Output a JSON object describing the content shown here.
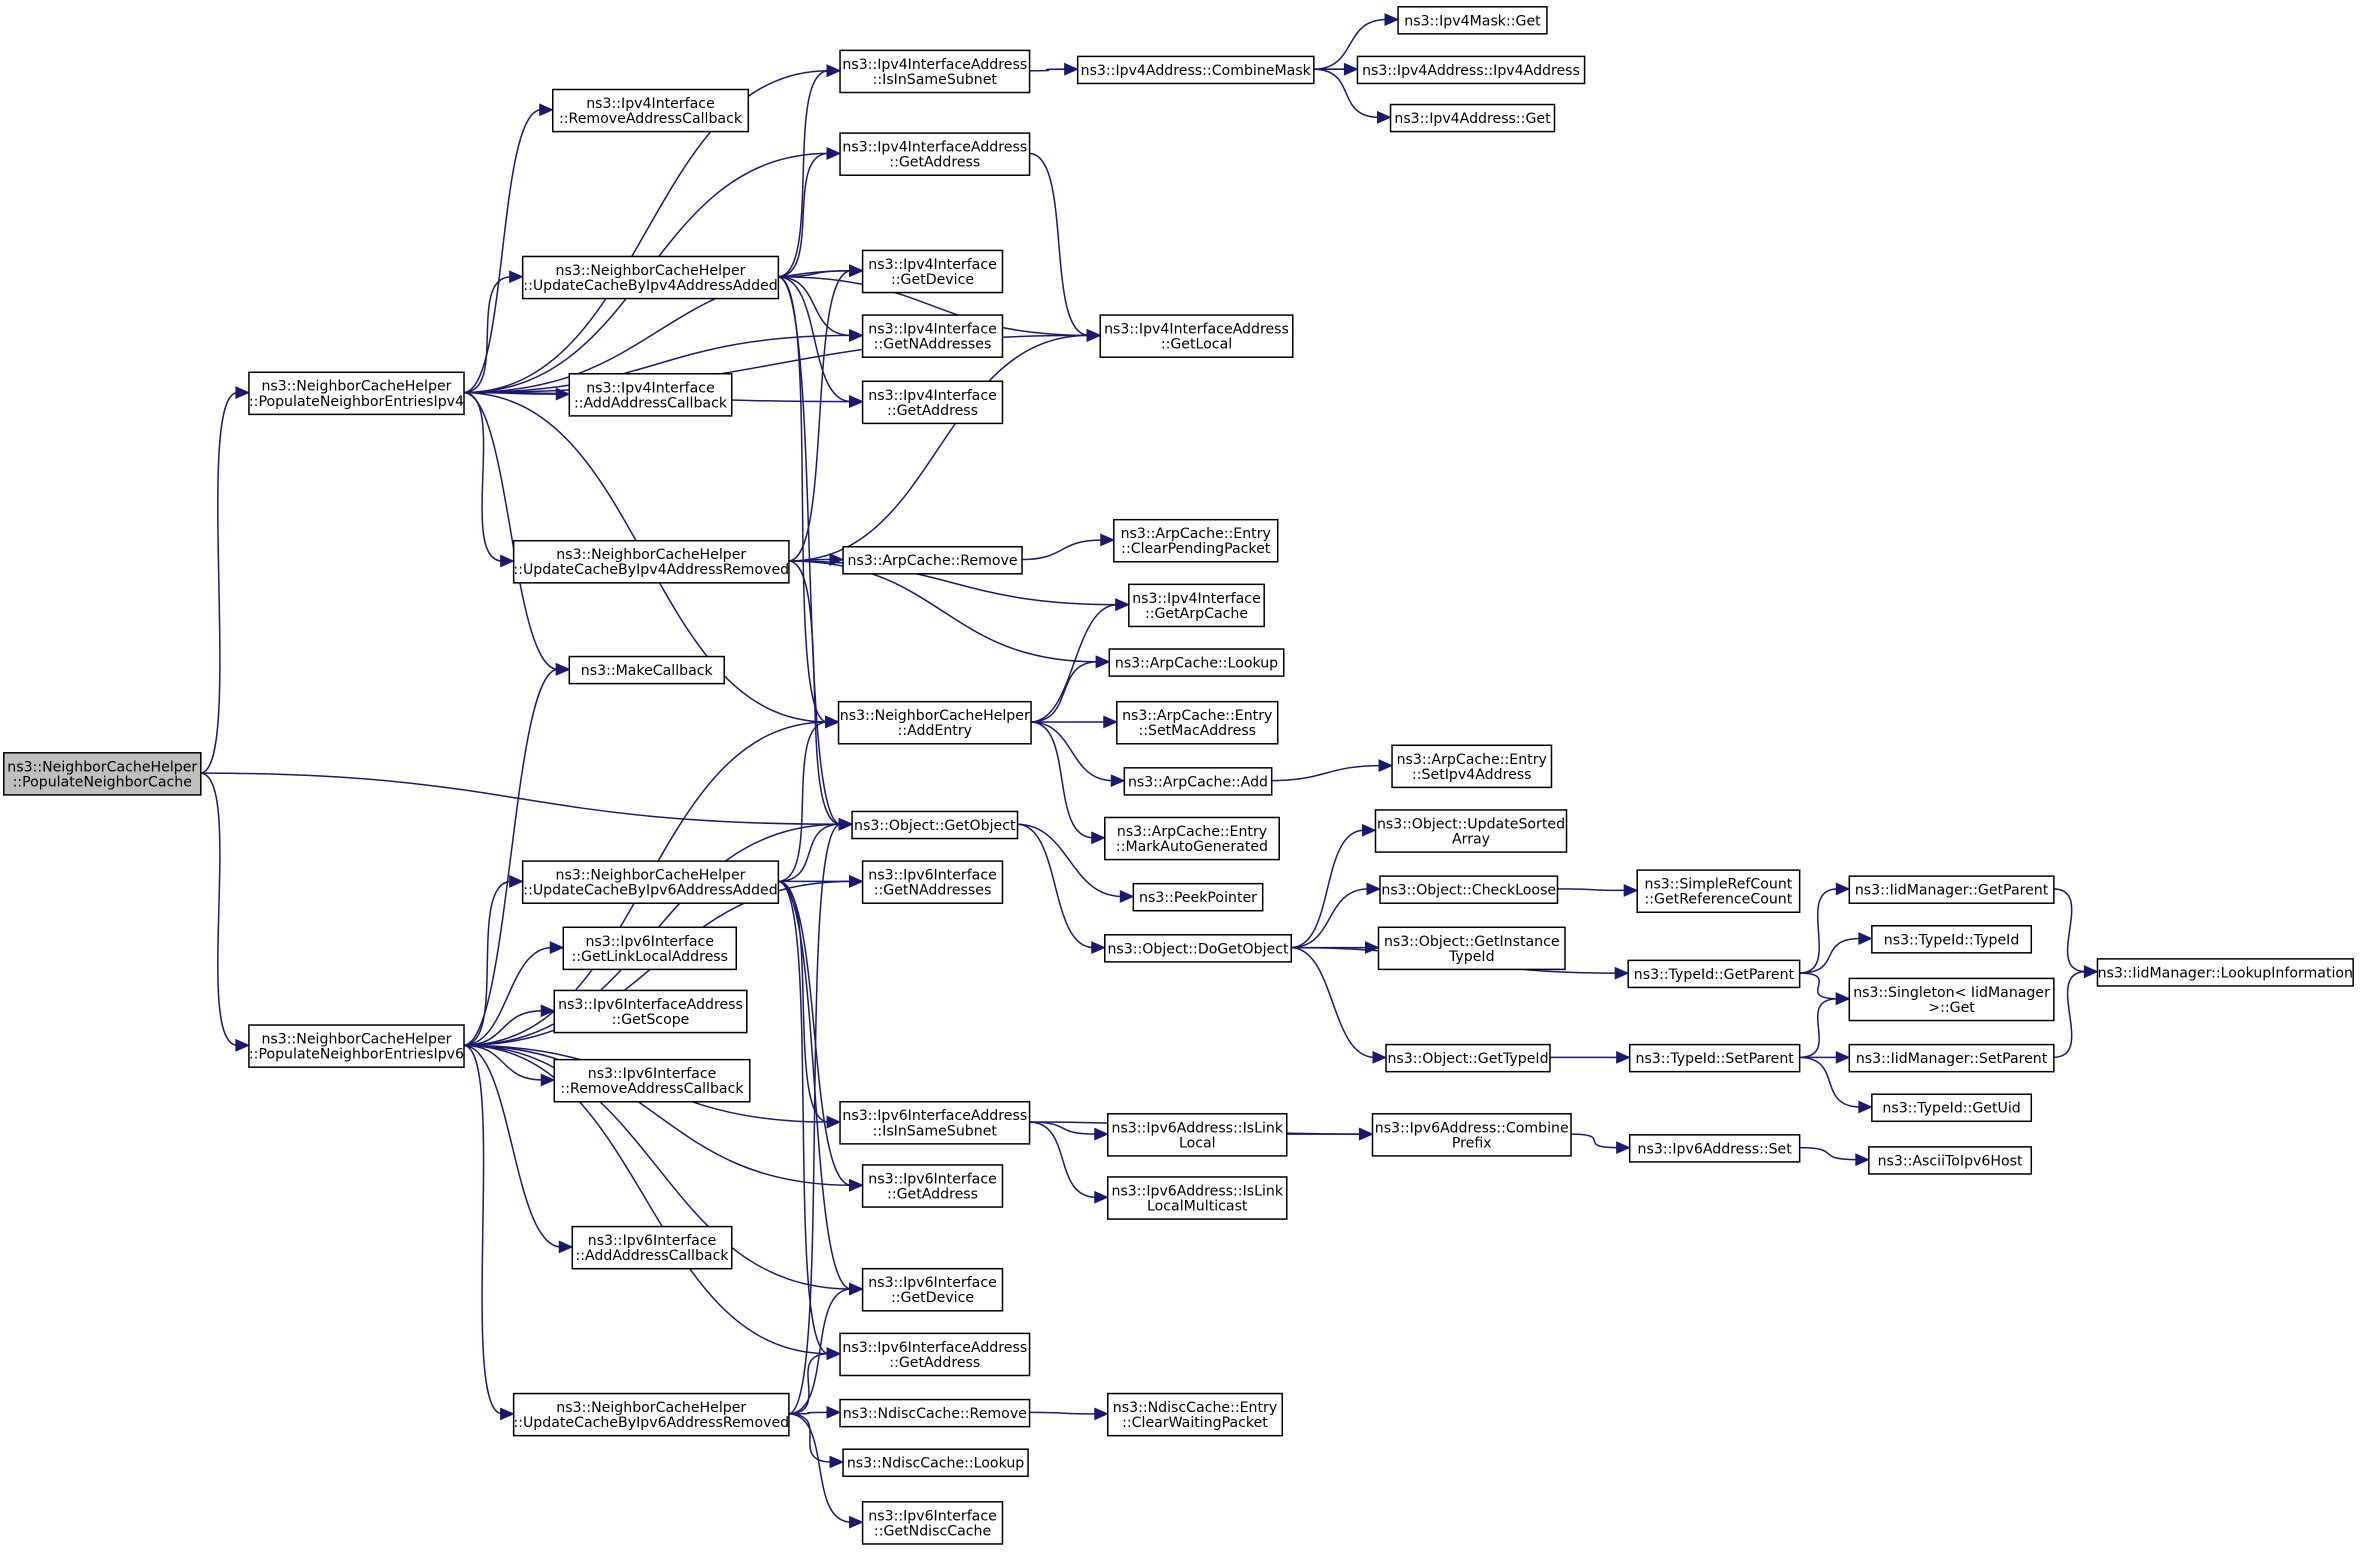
{
  "diagram": {
    "type": "call-graph",
    "root": "ns3::NeighborCacheHelper ::PopulateNeighborCache",
    "colors": {
      "edge": "#191970",
      "root_fill": "#bfbfbf",
      "node_fill": "#ffffff",
      "node_border": "#000000"
    },
    "nodes": [
      {
        "id": "root",
        "lines": [
          "ns3::NeighborCacheHelper",
          "::PopulateNeighborCache"
        ]
      },
      {
        "id": "pn4",
        "lines": [
          "ns3::NeighborCacheHelper",
          "::PopulateNeighborEntriesIpv4"
        ]
      },
      {
        "id": "pn6",
        "lines": [
          "ns3::NeighborCacheHelper",
          "::PopulateNeighborEntriesIpv6"
        ]
      },
      {
        "id": "uc4add",
        "lines": [
          "ns3::NeighborCacheHelper",
          "::UpdateCacheByIpv4AddressAdded"
        ]
      },
      {
        "id": "uc4rem",
        "lines": [
          "ns3::NeighborCacheHelper",
          "::UpdateCacheByIpv4AddressRemoved"
        ]
      },
      {
        "id": "uc6add",
        "lines": [
          "ns3::NeighborCacheHelper",
          "::UpdateCacheByIpv6AddressAdded"
        ]
      },
      {
        "id": "uc6rem",
        "lines": [
          "ns3::NeighborCacheHelper",
          "::UpdateCacheByIpv6AddressRemoved"
        ]
      },
      {
        "id": "i4remcb",
        "lines": [
          "ns3::Ipv4Interface",
          "::RemoveAddressCallback"
        ]
      },
      {
        "id": "i4addcb",
        "lines": [
          "ns3::Ipv4Interface",
          "::AddAddressCallback"
        ]
      },
      {
        "id": "makecb",
        "lines": [
          "ns3::MakeCallback"
        ]
      },
      {
        "id": "i6linklocal",
        "lines": [
          "ns3::Ipv6Interface",
          "::GetLinkLocalAddress"
        ]
      },
      {
        "id": "i6ascope",
        "lines": [
          "ns3::Ipv6InterfaceAddress",
          "::GetScope"
        ]
      },
      {
        "id": "i6remcb",
        "lines": [
          "ns3::Ipv6Interface",
          "::RemoveAddressCallback"
        ]
      },
      {
        "id": "i6addcb",
        "lines": [
          "ns3::Ipv6Interface",
          "::AddAddressCallback"
        ]
      },
      {
        "id": "i4asubnet",
        "lines": [
          "ns3::Ipv4InterfaceAddress",
          "::IsInSameSubnet"
        ]
      },
      {
        "id": "i4aaddr",
        "lines": [
          "ns3::Ipv4InterfaceAddress",
          "::GetAddress"
        ]
      },
      {
        "id": "i4dev",
        "lines": [
          "ns3::Ipv4Interface",
          "::GetDevice"
        ]
      },
      {
        "id": "i4naddr",
        "lines": [
          "ns3::Ipv4Interface",
          "::GetNAddresses"
        ]
      },
      {
        "id": "i4addr",
        "lines": [
          "ns3::Ipv4Interface",
          "::GetAddress"
        ]
      },
      {
        "id": "arprem",
        "lines": [
          "ns3::ArpCache::Remove"
        ]
      },
      {
        "id": "addentry",
        "lines": [
          "ns3::NeighborCacheHelper",
          "::AddEntry"
        ]
      },
      {
        "id": "getobj",
        "lines": [
          "ns3::Object::GetObject"
        ]
      },
      {
        "id": "i6naddr",
        "lines": [
          "ns3::Ipv6Interface",
          "::GetNAddresses"
        ]
      },
      {
        "id": "i6asubnet",
        "lines": [
          "ns3::Ipv6InterfaceAddress",
          "::IsInSameSubnet"
        ]
      },
      {
        "id": "i6addr",
        "lines": [
          "ns3::Ipv6Interface",
          "::GetAddress"
        ]
      },
      {
        "id": "i6dev",
        "lines": [
          "ns3::Ipv6Interface",
          "::GetDevice"
        ]
      },
      {
        "id": "i6aaddr",
        "lines": [
          "ns3::Ipv6InterfaceAddress",
          "::GetAddress"
        ]
      },
      {
        "id": "ndrem",
        "lines": [
          "ns3::NdiscCache::Remove"
        ]
      },
      {
        "id": "ndlookup",
        "lines": [
          "ns3::NdiscCache::Lookup"
        ]
      },
      {
        "id": "i6ndisc",
        "lines": [
          "ns3::Ipv6Interface",
          "::GetNdiscCache"
        ]
      },
      {
        "id": "combmask",
        "lines": [
          "ns3::Ipv4Address::CombineMask"
        ]
      },
      {
        "id": "i4alocal",
        "lines": [
          "ns3::Ipv4InterfaceAddress",
          "::GetLocal"
        ]
      },
      {
        "id": "arpclear",
        "lines": [
          "ns3::ArpCache::Entry",
          "::ClearPendingPacket"
        ]
      },
      {
        "id": "i4arpc",
        "lines": [
          "ns3::Ipv4Interface",
          "::GetArpCache"
        ]
      },
      {
        "id": "arplookup",
        "lines": [
          "ns3::ArpCache::Lookup"
        ]
      },
      {
        "id": "arpsetmac",
        "lines": [
          "ns3::ArpCache::Entry",
          "::SetMacAddress"
        ]
      },
      {
        "id": "arpadd",
        "lines": [
          "ns3::ArpCache::Add"
        ]
      },
      {
        "id": "arpmark",
        "lines": [
          "ns3::ArpCache::Entry",
          "::MarkAutoGenerated"
        ]
      },
      {
        "id": "peek",
        "lines": [
          "ns3::PeekPointer"
        ]
      },
      {
        "id": "dogetobj",
        "lines": [
          "ns3::Object::DoGetObject"
        ]
      },
      {
        "id": "i6islink",
        "lines": [
          "ns3::Ipv6Address::IsLink",
          "Local"
        ]
      },
      {
        "id": "i6islinkm",
        "lines": [
          "ns3::Ipv6Address::IsLink",
          "LocalMulticast"
        ]
      },
      {
        "id": "ndclear",
        "lines": [
          "ns3::NdiscCache::Entry",
          "::ClearWaitingPacket"
        ]
      },
      {
        "id": "m4get",
        "lines": [
          "ns3::Ipv4Mask::Get"
        ]
      },
      {
        "id": "a4ctor",
        "lines": [
          "ns3::Ipv4Address::Ipv4Address"
        ]
      },
      {
        "id": "a4get",
        "lines": [
          "ns3::Ipv4Address::Get"
        ]
      },
      {
        "id": "arpsetip",
        "lines": [
          "ns3::ArpCache::Entry",
          "::SetIpv4Address"
        ]
      },
      {
        "id": "updsorted",
        "lines": [
          "ns3::Object::UpdateSorted",
          "Array"
        ]
      },
      {
        "id": "checkloose",
        "lines": [
          "ns3::Object::CheckLoose"
        ]
      },
      {
        "id": "getinst",
        "lines": [
          "ns3::Object::GetInstance",
          "TypeId"
        ]
      },
      {
        "id": "gettypeid",
        "lines": [
          "ns3::Object::GetTypeId"
        ]
      },
      {
        "id": "combprefix",
        "lines": [
          "ns3::Ipv6Address::Combine",
          "Prefix"
        ]
      },
      {
        "id": "refcount",
        "lines": [
          "ns3::SimpleRefCount",
          "::GetReferenceCount"
        ]
      },
      {
        "id": "tgetparent",
        "lines": [
          "ns3::TypeId::GetParent"
        ]
      },
      {
        "id": "tsetparent",
        "lines": [
          "ns3::TypeId::SetParent"
        ]
      },
      {
        "id": "a6set",
        "lines": [
          "ns3::Ipv6Address::Set"
        ]
      },
      {
        "id": "iidgetparent",
        "lines": [
          "ns3::IidManager::GetParent"
        ]
      },
      {
        "id": "ttypeid",
        "lines": [
          "ns3::TypeId::TypeId"
        ]
      },
      {
        "id": "singleton",
        "lines": [
          "ns3::Singleton< IidManager",
          ">::Get"
        ]
      },
      {
        "id": "iidsetparent",
        "lines": [
          "ns3::IidManager::SetParent"
        ]
      },
      {
        "id": "tgetuid",
        "lines": [
          "ns3::TypeId::GetUid"
        ]
      },
      {
        "id": "ascii6",
        "lines": [
          "ns3::AsciiToIpv6Host"
        ]
      },
      {
        "id": "iidlookup",
        "lines": [
          "ns3::IidManager::LookupInformation"
        ]
      }
    ],
    "edges": [
      [
        "root",
        "pn4"
      ],
      [
        "root",
        "getobj"
      ],
      [
        "root",
        "pn6"
      ],
      [
        "pn4",
        "i4asubnet"
      ],
      [
        "pn4",
        "i4remcb"
      ],
      [
        "pn4",
        "i4aaddr"
      ],
      [
        "pn4",
        "i4dev"
      ],
      [
        "pn4",
        "uc4add"
      ],
      [
        "pn4",
        "i4naddr"
      ],
      [
        "pn4",
        "i4addcb"
      ],
      [
        "pn4",
        "i4addr"
      ],
      [
        "pn4",
        "i4alocal"
      ],
      [
        "pn4",
        "uc4rem"
      ],
      [
        "pn4",
        "makecb"
      ],
      [
        "pn4",
        "addentry"
      ],
      [
        "uc4add",
        "i4asubnet"
      ],
      [
        "uc4add",
        "i4aaddr"
      ],
      [
        "uc4add",
        "i4alocal"
      ],
      [
        "uc4add",
        "i4dev"
      ],
      [
        "uc4add",
        "i4naddr"
      ],
      [
        "uc4add",
        "i4addr"
      ],
      [
        "uc4add",
        "addentry"
      ],
      [
        "uc4add",
        "getobj"
      ],
      [
        "uc4rem",
        "i4dev"
      ],
      [
        "uc4rem",
        "i4alocal"
      ],
      [
        "uc4rem",
        "arprem"
      ],
      [
        "uc4rem",
        "i4arpc"
      ],
      [
        "uc4rem",
        "arplookup"
      ],
      [
        "uc4rem",
        "getobj"
      ],
      [
        "pn6",
        "makecb"
      ],
      [
        "pn6",
        "addentry"
      ],
      [
        "pn6",
        "getobj"
      ],
      [
        "pn6",
        "i6naddr"
      ],
      [
        "pn6",
        "uc6add"
      ],
      [
        "pn6",
        "i6linklocal"
      ],
      [
        "pn6",
        "i6ascope"
      ],
      [
        "pn6",
        "i6remcb"
      ],
      [
        "pn6",
        "i6asubnet"
      ],
      [
        "pn6",
        "i6addr"
      ],
      [
        "pn6",
        "i6addcb"
      ],
      [
        "pn6",
        "i6dev"
      ],
      [
        "pn6",
        "i6aaddr"
      ],
      [
        "pn6",
        "uc6rem"
      ],
      [
        "uc6add",
        "addentry"
      ],
      [
        "uc6add",
        "getobj"
      ],
      [
        "uc6add",
        "i6naddr"
      ],
      [
        "uc6add",
        "i6asubnet"
      ],
      [
        "uc6add",
        "i6addr"
      ],
      [
        "uc6add",
        "i6dev"
      ],
      [
        "uc6add",
        "i6aaddr"
      ],
      [
        "uc6rem",
        "getobj"
      ],
      [
        "uc6rem",
        "i6dev"
      ],
      [
        "uc6rem",
        "i6aaddr"
      ],
      [
        "uc6rem",
        "ndrem"
      ],
      [
        "uc6rem",
        "ndlookup"
      ],
      [
        "uc6rem",
        "i6ndisc"
      ],
      [
        "i4asubnet",
        "combmask"
      ],
      [
        "i4aaddr",
        "i4alocal"
      ],
      [
        "arprem",
        "arpclear"
      ],
      [
        "addentry",
        "i4arpc"
      ],
      [
        "addentry",
        "arplookup"
      ],
      [
        "addentry",
        "arpsetmac"
      ],
      [
        "addentry",
        "arpadd"
      ],
      [
        "addentry",
        "arpmark"
      ],
      [
        "getobj",
        "peek"
      ],
      [
        "getobj",
        "dogetobj"
      ],
      [
        "i6asubnet",
        "combprefix"
      ],
      [
        "i6asubnet",
        "i6islink"
      ],
      [
        "i6asubnet",
        "i6islinkm"
      ],
      [
        "ndrem",
        "ndclear"
      ],
      [
        "combmask",
        "m4get"
      ],
      [
        "combmask",
        "a4ctor"
      ],
      [
        "combmask",
        "a4get"
      ],
      [
        "arpadd",
        "arpsetip"
      ],
      [
        "dogetobj",
        "updsorted"
      ],
      [
        "dogetobj",
        "checkloose"
      ],
      [
        "dogetobj",
        "getinst"
      ],
      [
        "dogetobj",
        "tgetparent"
      ],
      [
        "dogetobj",
        "gettypeid"
      ],
      [
        "i6islink",
        "combprefix"
      ],
      [
        "checkloose",
        "refcount"
      ],
      [
        "gettypeid",
        "tsetparent"
      ],
      [
        "combprefix",
        "a6set"
      ],
      [
        "tgetparent",
        "iidgetparent"
      ],
      [
        "tgetparent",
        "ttypeid"
      ],
      [
        "tgetparent",
        "singleton"
      ],
      [
        "tsetparent",
        "singleton"
      ],
      [
        "tsetparent",
        "iidsetparent"
      ],
      [
        "tsetparent",
        "tgetuid"
      ],
      [
        "a6set",
        "ascii6"
      ],
      [
        "iidgetparent",
        "iidlookup"
      ],
      [
        "iidsetparent",
        "iidlookup"
      ]
    ]
  }
}
